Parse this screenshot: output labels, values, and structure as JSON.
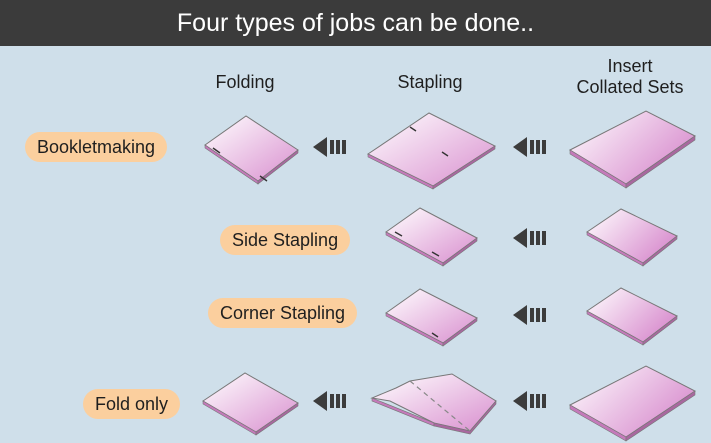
{
  "title": "Four types of jobs can be done..",
  "columns": {
    "folding": "Folding",
    "stapling": "Stapling",
    "insert_line1": "Insert",
    "insert_line2": "Collated Sets"
  },
  "rows": [
    {
      "label": "Bookletmaking"
    },
    {
      "label": "Side Stapling"
    },
    {
      "label": "Corner Stapling"
    },
    {
      "label": "Fold only"
    }
  ],
  "colors": {
    "header": "#3b3b3b",
    "background": "#cfdfea",
    "label_pill": "#fbcf9e",
    "paper_gradient": [
      "#ffffff",
      "#d98fcf"
    ],
    "arrow": "#3c3c3c"
  }
}
